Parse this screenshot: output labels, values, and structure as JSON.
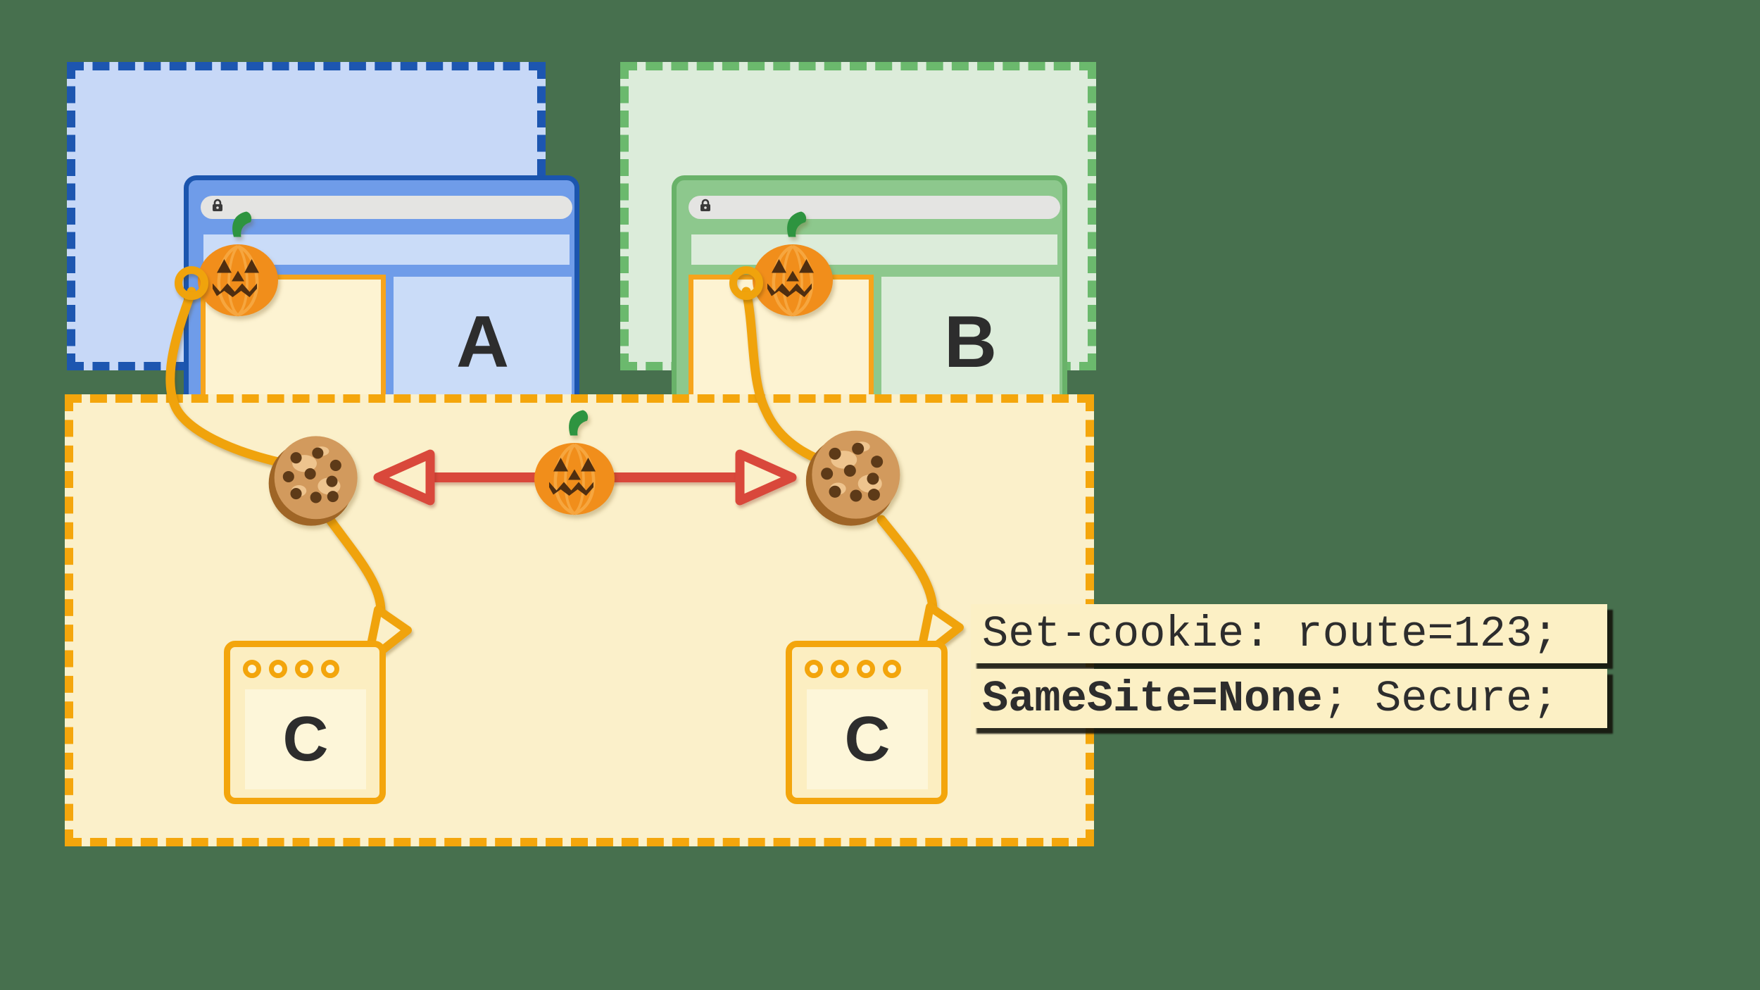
{
  "site_a": {
    "label": "A"
  },
  "site_b": {
    "label": "B"
  },
  "site_c_left": {
    "label": "C"
  },
  "site_c_right": {
    "label": "C"
  },
  "code": {
    "line1": "Set-cookie: route=123;",
    "line2_bold": "SameSite=None",
    "line2_rest": "; Secure;"
  },
  "icons": {
    "lock": "lock-icon",
    "pumpkin": "pumpkin-icon",
    "cookie": "cookie-icon"
  },
  "colors": {
    "bg": "#47704e",
    "blue_border": "#1d56b0",
    "blue_fill": "#c7d8f7",
    "blue_frame": "#6f9ce9",
    "blue_frame_border": "#1b55ae",
    "blue_panel": "#cadcf8",
    "green_border": "#6bb96d",
    "green_fill": "#dcecda",
    "green_frame": "#8dc88d",
    "green_frame_border": "#69b269",
    "green_panel": "#dcecda",
    "yellow_border": "#f4a60c",
    "yellow_fill": "#fbf0ca",
    "iframe_border": "#f6a41c",
    "iframe_fill": "#fdf3d2",
    "urlbar": "#e4e4e2",
    "arrow_orange": "#f0a30c",
    "arrow_red": "#d9483b",
    "cbox_border": "#f3a50c",
    "cbox_fill": "#fceec1",
    "cbox_inner": "#fdf6d9",
    "code_bg": "#fcf0c5",
    "code_text": "#2d2d2d",
    "letter": "#2d2d2d"
  }
}
